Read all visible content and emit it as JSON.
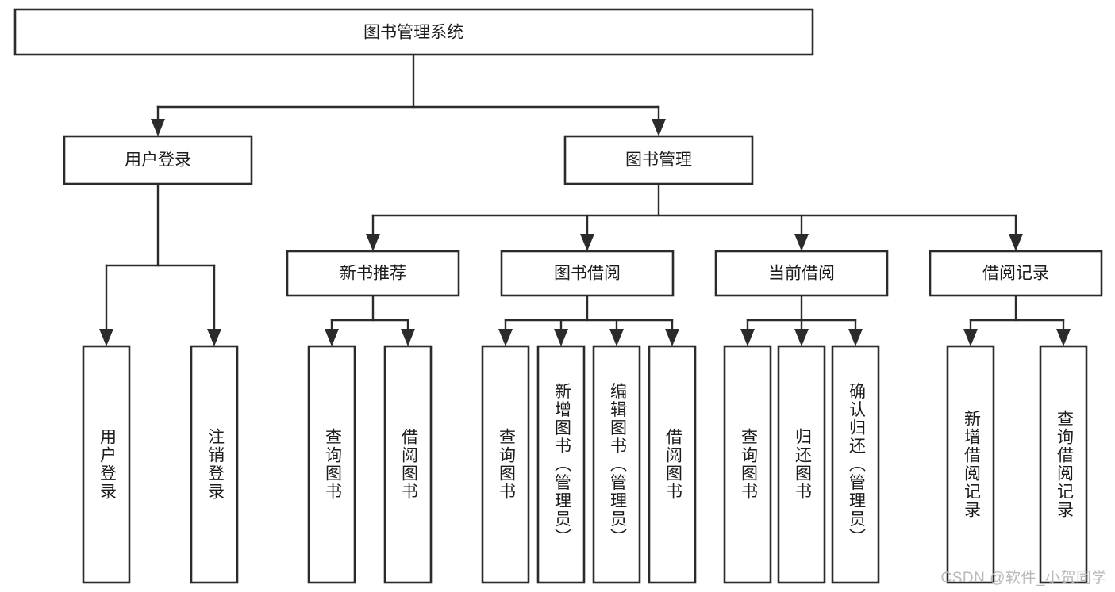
{
  "diagram": {
    "type": "tree-hierarchy",
    "title": "图书管理系统",
    "orientation": "top-down",
    "colors": {
      "node_border": "#2b2b2b",
      "node_fill": "#ffffff",
      "connector": "#2b2b2b",
      "text": "#1c1c1c",
      "background": "#ffffff",
      "watermark": "#b9b9b9"
    },
    "levels": [
      {
        "level": 1,
        "nodes": [
          {
            "id": "root",
            "label": "图书管理系统",
            "orientation": "horizontal"
          }
        ]
      },
      {
        "level": 2,
        "nodes": [
          {
            "id": "user-login",
            "label": "用户登录",
            "orientation": "horizontal",
            "parent": "root"
          },
          {
            "id": "book-manage",
            "label": "图书管理",
            "orientation": "horizontal",
            "parent": "root"
          }
        ]
      },
      {
        "level": 3,
        "nodes": [
          {
            "id": "new-book-rec",
            "label": "新书推荐",
            "orientation": "horizontal",
            "parent": "book-manage"
          },
          {
            "id": "book-borrow",
            "label": "图书借阅",
            "orientation": "horizontal",
            "parent": "book-manage"
          },
          {
            "id": "current-borrow",
            "label": "当前借阅",
            "orientation": "horizontal",
            "parent": "book-manage"
          },
          {
            "id": "borrow-record",
            "label": "借阅记录",
            "orientation": "horizontal",
            "parent": "book-manage"
          }
        ]
      },
      {
        "level": 4,
        "nodes": [
          {
            "id": "leaf-user-login",
            "label": "用户登录",
            "orientation": "vertical",
            "parent": "user-login"
          },
          {
            "id": "leaf-user-logout",
            "label": "注销登录",
            "orientation": "vertical",
            "parent": "user-login"
          },
          {
            "id": "leaf-rec-query",
            "label": "查询图书",
            "orientation": "vertical",
            "parent": "new-book-rec"
          },
          {
            "id": "leaf-rec-borrow",
            "label": "借阅图书",
            "orientation": "vertical",
            "parent": "new-book-rec"
          },
          {
            "id": "leaf-borrow-query",
            "label": "查询图书",
            "orientation": "vertical",
            "parent": "book-borrow"
          },
          {
            "id": "leaf-borrow-add",
            "label": "新增图书（管理员）",
            "orientation": "vertical",
            "parent": "book-borrow"
          },
          {
            "id": "leaf-borrow-edit",
            "label": "编辑图书（管理员）",
            "orientation": "vertical",
            "parent": "book-borrow"
          },
          {
            "id": "leaf-borrow-lend",
            "label": "借阅图书",
            "orientation": "vertical",
            "parent": "book-borrow"
          },
          {
            "id": "leaf-current-query",
            "label": "查询图书",
            "orientation": "vertical",
            "parent": "current-borrow"
          },
          {
            "id": "leaf-current-return",
            "label": "归还图书",
            "orientation": "vertical",
            "parent": "current-borrow"
          },
          {
            "id": "leaf-current-confirm",
            "label": "确认归还（管理员）",
            "orientation": "vertical",
            "parent": "current-borrow"
          },
          {
            "id": "leaf-record-add",
            "label": "新增借阅记录",
            "orientation": "vertical",
            "parent": "borrow-record"
          },
          {
            "id": "leaf-record-query",
            "label": "查询借阅记录",
            "orientation": "vertical",
            "parent": "borrow-record"
          }
        ]
      }
    ]
  },
  "watermark": {
    "text": "CSDN @软件_小贺同学"
  }
}
